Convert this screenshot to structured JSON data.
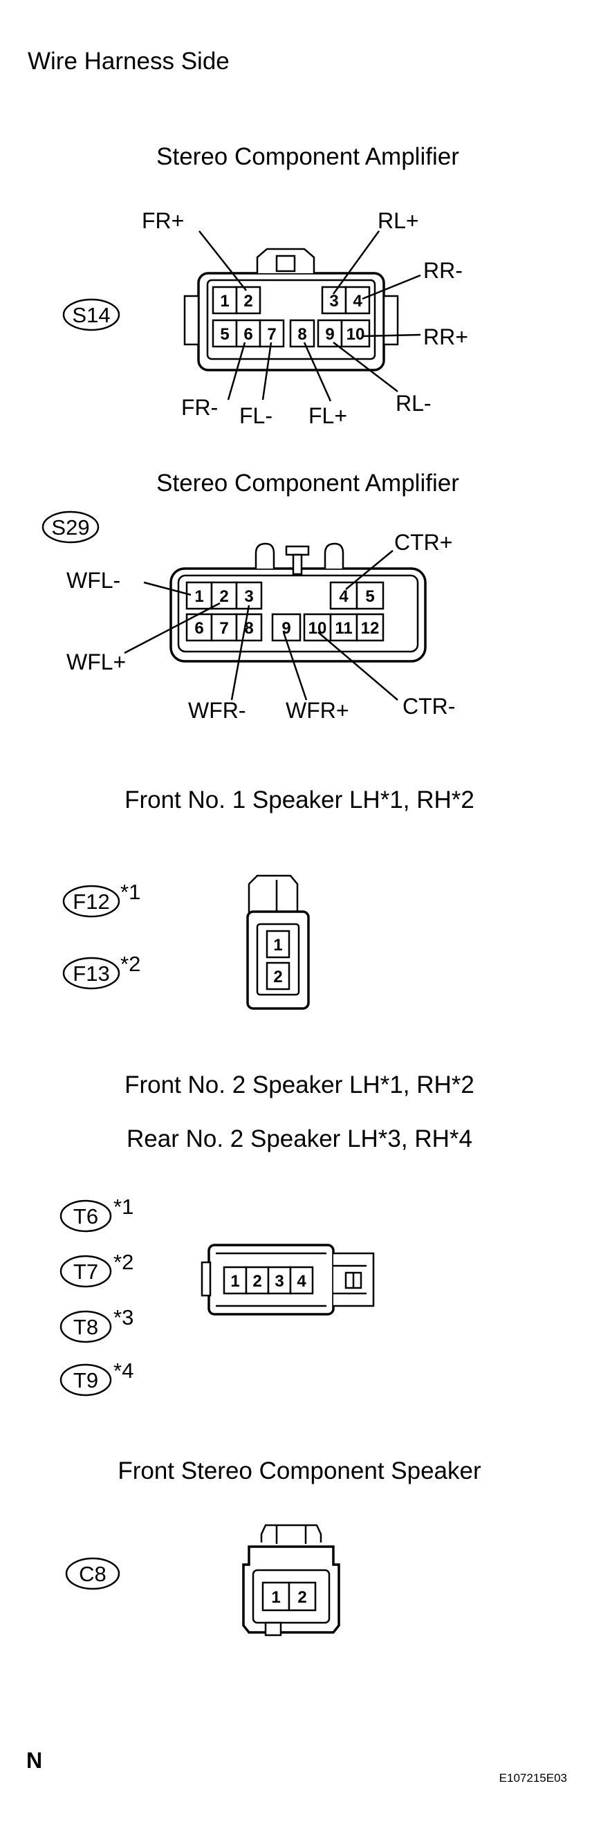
{
  "header": {
    "title": "Wire Harness Side"
  },
  "connectors": [
    {
      "id": "s14",
      "title": "Stereo Component Amplifier",
      "codes": [
        {
          "code": "S14",
          "note": ""
        }
      ],
      "pins": [
        "1",
        "2",
        "3",
        "4",
        "5",
        "6",
        "7",
        "8",
        "9",
        "10"
      ],
      "labels": [
        "FR+",
        "RL+",
        "RR-",
        "RR+",
        "FR-",
        "FL-",
        "FL+",
        "RL-"
      ]
    },
    {
      "id": "s29",
      "title": "Stereo Component Amplifier",
      "codes": [
        {
          "code": "S29",
          "note": ""
        }
      ],
      "pins": [
        "1",
        "2",
        "3",
        "4",
        "5",
        "6",
        "7",
        "8",
        "9",
        "10",
        "11",
        "12"
      ],
      "labels": [
        "WFL-",
        "WFL+",
        "WFR-",
        "WFR+",
        "CTR+",
        "CTR-"
      ]
    },
    {
      "id": "f12",
      "title": "Front No. 1 Speaker LH*1, RH*2",
      "codes": [
        {
          "code": "F12",
          "note": "*1"
        },
        {
          "code": "F13",
          "note": "*2"
        }
      ],
      "pins": [
        "1",
        "2"
      ]
    },
    {
      "id": "t6",
      "title": "Front No. 2 Speaker LH*1, RH*2",
      "subtitle": "Rear No. 2 Speaker LH*3, RH*4",
      "codes": [
        {
          "code": "T6",
          "note": "*1"
        },
        {
          "code": "T7",
          "note": "*2"
        },
        {
          "code": "T8",
          "note": "*3"
        },
        {
          "code": "T9",
          "note": "*4"
        }
      ],
      "pins": [
        "1",
        "2",
        "3",
        "4"
      ]
    },
    {
      "id": "c8",
      "title": "Front Stereo Component Speaker",
      "codes": [
        {
          "code": "C8",
          "note": ""
        }
      ],
      "pins": [
        "1",
        "2"
      ]
    }
  ],
  "footer": {
    "left": "N",
    "right": "E107215E03"
  }
}
